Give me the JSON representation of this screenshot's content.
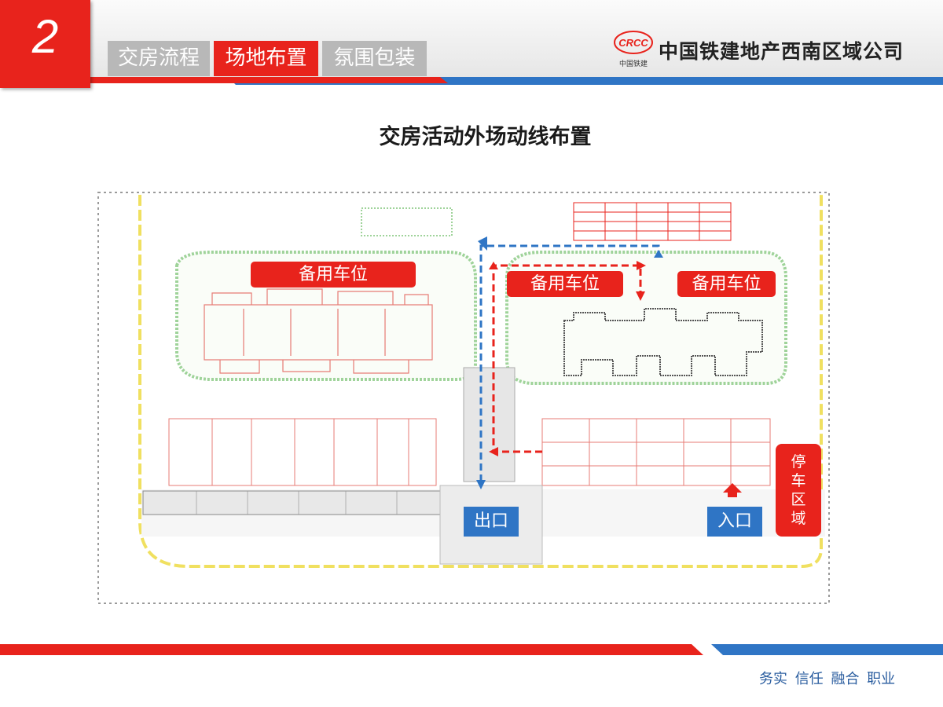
{
  "section_number": "2",
  "tabs": [
    {
      "label": "交房流程",
      "active": false
    },
    {
      "label": "场地布置",
      "active": true
    },
    {
      "label": "氛围包装",
      "active": false
    }
  ],
  "company": {
    "name": "中国铁建地产西南区域公司",
    "logo_text": "CRCC",
    "logo_sub": "中国铁建"
  },
  "page_title": "交房活动外场动线布置",
  "map_labels": {
    "spare_parking_1": "备用车位",
    "spare_parking_2": "备用车位",
    "spare_parking_3": "备用车位",
    "exit": "出口",
    "entrance": "入口",
    "parking_area": [
      "停",
      "车",
      "区",
      "域"
    ]
  },
  "footer_motto": "务实 信任 融合 职业",
  "colors": {
    "accent_red": "#e8231c",
    "accent_blue": "#2f75c5",
    "tab_gray": "#b8b8b8"
  }
}
